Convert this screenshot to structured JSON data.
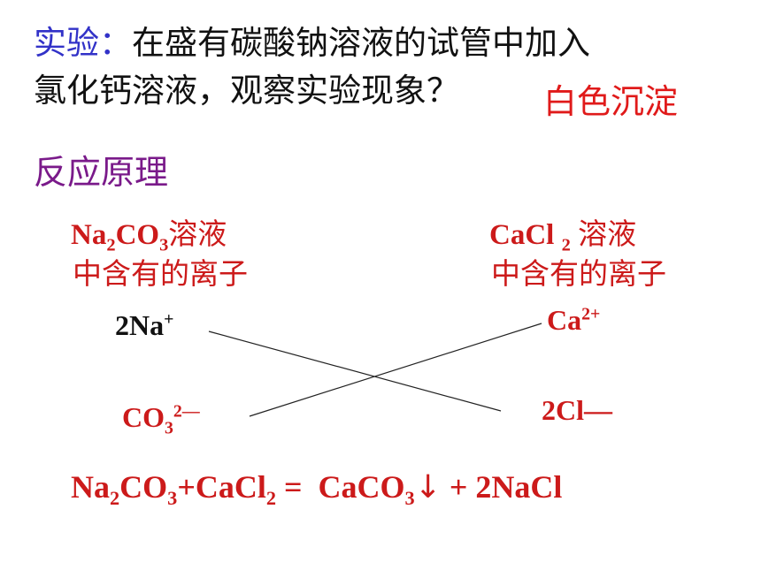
{
  "question": {
    "label": "实验：",
    "line1_rest": "在盛有碳酸钠溶液的试管中加入",
    "line2": "氯化钙溶液，观察实验现象？"
  },
  "answer": "白色沉淀",
  "section_title": "反应原理",
  "left_solution": {
    "formula_na": "Na",
    "formula_na_sub": "2",
    "formula_co": "CO",
    "formula_co_sub": "3",
    "suffix": "溶液",
    "subtitle": "中含有的离子"
  },
  "right_solution": {
    "formula": "CaCl",
    "formula_sub": "2",
    "suffix": "溶液",
    "subtitle": "中含有的离子"
  },
  "ions": {
    "na": {
      "base": "2Na",
      "charge": "+"
    },
    "ca": {
      "base": "Ca",
      "charge": "2+"
    },
    "co3": {
      "base": "CO",
      "sub": "3",
      "charge": "2—"
    },
    "cl": {
      "base": "2Cl",
      "charge": "—"
    }
  },
  "equation": {
    "p1": "Na",
    "s1": "2",
    "p2": "CO",
    "s2": "3",
    "p3": "+CaCl",
    "s3": "2",
    "eq": " =  ",
    "p4": "CaCO",
    "s4": "3",
    "arrow": "↓",
    "p5": " + 2NaCl"
  }
}
